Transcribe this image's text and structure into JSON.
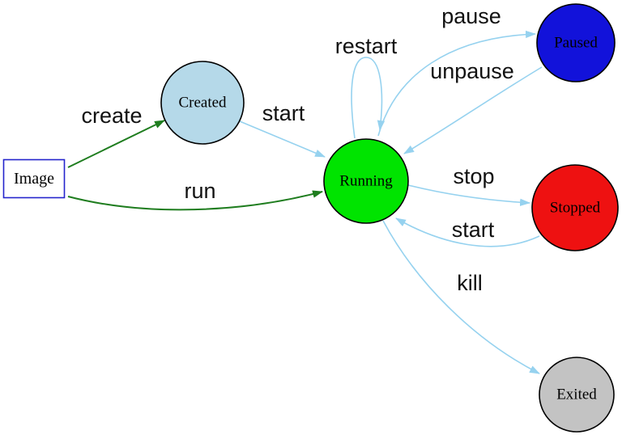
{
  "diagram": {
    "kind": "state-transition-diagram",
    "background": "#ffffff"
  },
  "colors": {
    "edge_green": "#1f7d1f",
    "edge_blue": "#96d2ef",
    "node_stroke": "#000000",
    "image_border": "#2424cc",
    "label_color": "#111111"
  },
  "nodes": [
    {
      "id": "image",
      "label": "Image",
      "shape": "rect",
      "fill": "#ffffff",
      "stroke": "#2424cc"
    },
    {
      "id": "created",
      "label": "Created",
      "shape": "circle",
      "fill": "#b5d9e9",
      "stroke": "#000000"
    },
    {
      "id": "running",
      "label": "Running",
      "shape": "circle",
      "fill": "#00e400",
      "stroke": "#000000"
    },
    {
      "id": "paused",
      "label": "Paused",
      "shape": "circle",
      "fill": "#1212da",
      "stroke": "#000000"
    },
    {
      "id": "stopped",
      "label": "Stopped",
      "shape": "circle",
      "fill": "#ee1111",
      "stroke": "#000000"
    },
    {
      "id": "exited",
      "label": "Exited",
      "shape": "circle",
      "fill": "#c3c3c3",
      "stroke": "#000000"
    }
  ],
  "edges": [
    {
      "label": "create",
      "from": "image",
      "to": "created",
      "color": "#1f7d1f"
    },
    {
      "label": "run",
      "from": "image",
      "to": "running",
      "color": "#1f7d1f"
    },
    {
      "label": "start",
      "from": "created",
      "to": "running",
      "color": "#96d2ef"
    },
    {
      "label": "restart",
      "from": "running",
      "to": "running",
      "color": "#96d2ef"
    },
    {
      "label": "pause",
      "from": "running",
      "to": "paused",
      "color": "#96d2ef"
    },
    {
      "label": "unpause",
      "from": "paused",
      "to": "running",
      "color": "#96d2ef"
    },
    {
      "label": "stop",
      "from": "running",
      "to": "stopped",
      "color": "#96d2ef"
    },
    {
      "label": "start",
      "from": "stopped",
      "to": "running",
      "color": "#96d2ef"
    },
    {
      "label": "kill",
      "from": "running",
      "to": "exited",
      "color": "#96d2ef"
    }
  ]
}
